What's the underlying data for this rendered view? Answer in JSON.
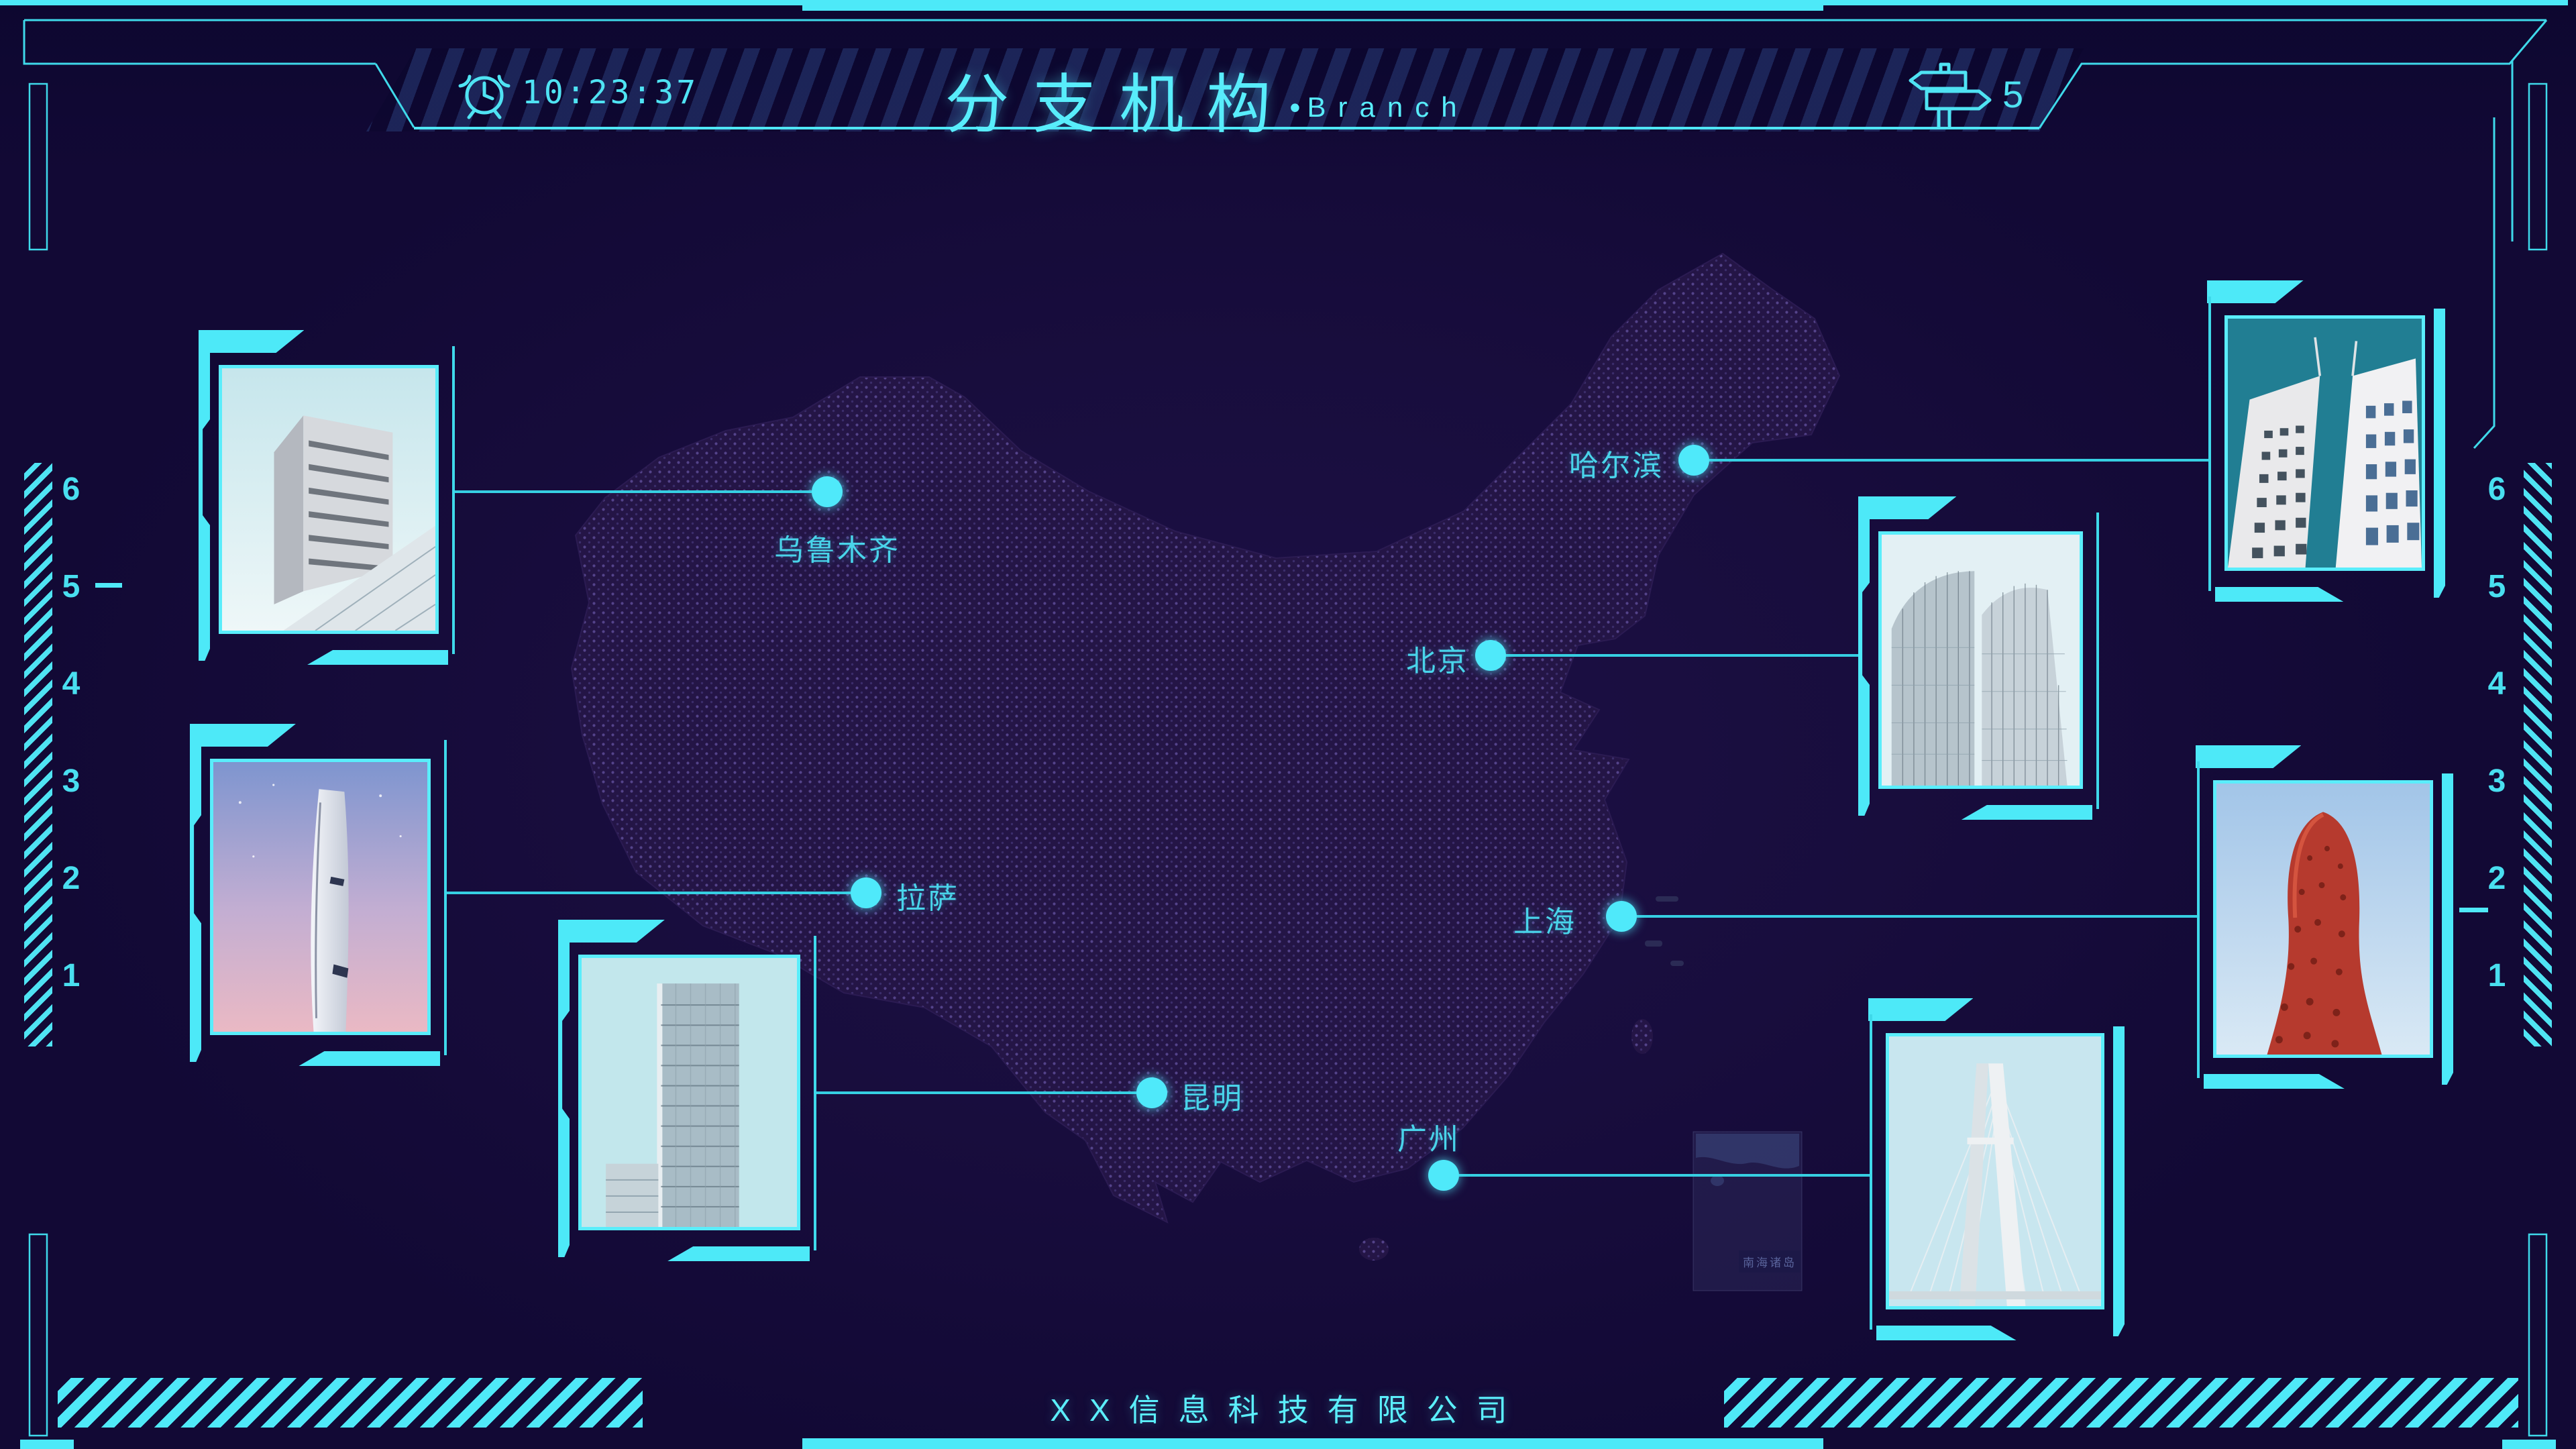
{
  "header": {
    "time": "10:23:37",
    "clock_icon": "alarm-clock-icon",
    "title": "分支机构",
    "separator": "•",
    "subtitle": "Branch",
    "signpost_icon": "signpost-icon",
    "branch_count": "5"
  },
  "ruler_left": {
    "labels": [
      "6",
      "5",
      "4",
      "3",
      "2",
      "1"
    ]
  },
  "ruler_right": {
    "labels": [
      "6",
      "5",
      "4",
      "3",
      "2",
      "1"
    ]
  },
  "map": {
    "cities": [
      {
        "name": "乌鲁木齐"
      },
      {
        "name": "哈尔滨"
      },
      {
        "name": "北京"
      },
      {
        "name": "拉萨"
      },
      {
        "name": "上海"
      },
      {
        "name": "昆明"
      },
      {
        "name": "广州"
      }
    ],
    "inset_label": "南海诸岛"
  },
  "footer": {
    "company": "XX信息科技有限公司"
  },
  "colors": {
    "accent": "#4DE9F8",
    "line": "#38D3E6",
    "text": "#59EDFB",
    "background": "#150B38",
    "map_base": "#241546",
    "map_dot": "#54438A"
  }
}
